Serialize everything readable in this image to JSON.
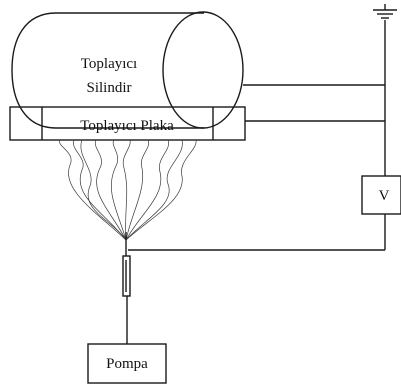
{
  "labels": {
    "collector_cylinder_line1": "Toplayıcı",
    "collector_cylinder_line2": "Silindir",
    "collector_plate": "Toplayıcı Plaka",
    "voltage_source": "V",
    "pump": "Pompa"
  },
  "colors": {
    "line": "#1a1a1a",
    "fiber": "#3a3a3a",
    "background": "#ffffff"
  },
  "icons": {
    "ground": "ground-icon"
  }
}
